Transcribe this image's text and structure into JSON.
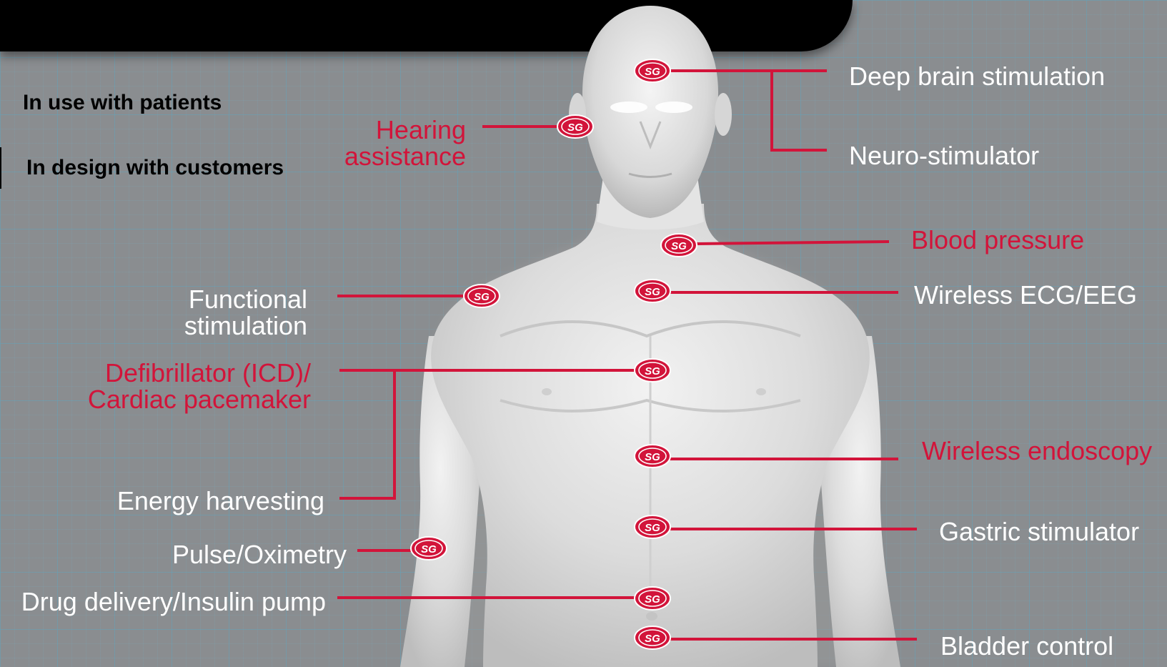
{
  "legend": {
    "in_use": "In use with patients",
    "in_design": "In design with customers"
  },
  "colors": {
    "accent_red": "#d2143a",
    "label_white": "#ffffff",
    "background_gray": "#8a8d90",
    "grid_blue": "#5fa0b9",
    "header_black": "#000000"
  },
  "labels": {
    "deep_brain": "Deep brain stimulation",
    "neuro": "Neuro-stimulator",
    "hearing_1": "Hearing",
    "hearing_2": "assistance",
    "blood_pressure": "Blood pressure",
    "ecg": "Wireless ECG/EEG",
    "functional_1": "Functional",
    "functional_2": "stimulation",
    "defib_1": "Defibrillator (ICD)/",
    "defib_2": "Cardiac pacemaker",
    "endoscopy": "Wireless endoscopy",
    "energy": "Energy harvesting",
    "gastric": "Gastric stimulator",
    "pulse": "Pulse/Oximetry",
    "drug": "Drug delivery/Insulin pump",
    "bladder": "Bladder control"
  },
  "badge_logo_text": "SG",
  "icons": {
    "badge": "chip-badge-icon",
    "body": "human-body-figure"
  }
}
